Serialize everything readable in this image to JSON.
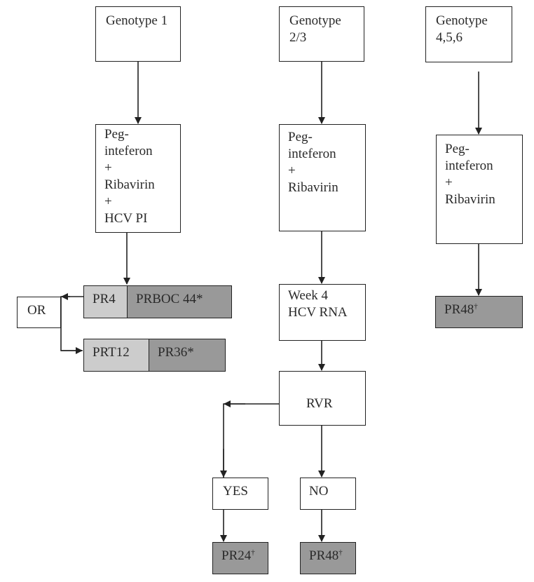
{
  "genotype1": {
    "header": "Genotype 1",
    "treatment_lines": [
      "Peg-",
      "inteferon",
      "+",
      "Ribavirin",
      "+",
      "HCV PI"
    ],
    "or_label": "OR",
    "option1": {
      "lead_in": "PR4",
      "main": "PRBOC 44*"
    },
    "option2": {
      "lead_in": "PRT12",
      "main": "PR36*"
    }
  },
  "genotype23": {
    "header_lines": [
      "Genotype",
      "2/3"
    ],
    "treatment_lines": [
      "Peg-",
      "inteferon",
      "+",
      "Ribavirin"
    ],
    "check_lines": [
      "Week 4",
      "HCV RNA"
    ],
    "decision": "RVR",
    "yes_label": "YES",
    "no_label": "NO",
    "yes_outcome": {
      "text": "PR24",
      "mark": "†"
    },
    "no_outcome": {
      "text": "PR48",
      "mark": "†"
    }
  },
  "genotype456": {
    "header_lines": [
      "Genotype",
      "4,5,6"
    ],
    "treatment_lines": [
      "Peg-",
      "inteferon",
      "+",
      "Ribavirin"
    ],
    "outcome": {
      "text": "PR48",
      "mark": "†"
    }
  },
  "colors": {
    "light_fill": "#cccccc",
    "dark_fill": "#999999",
    "line": "#222222"
  }
}
